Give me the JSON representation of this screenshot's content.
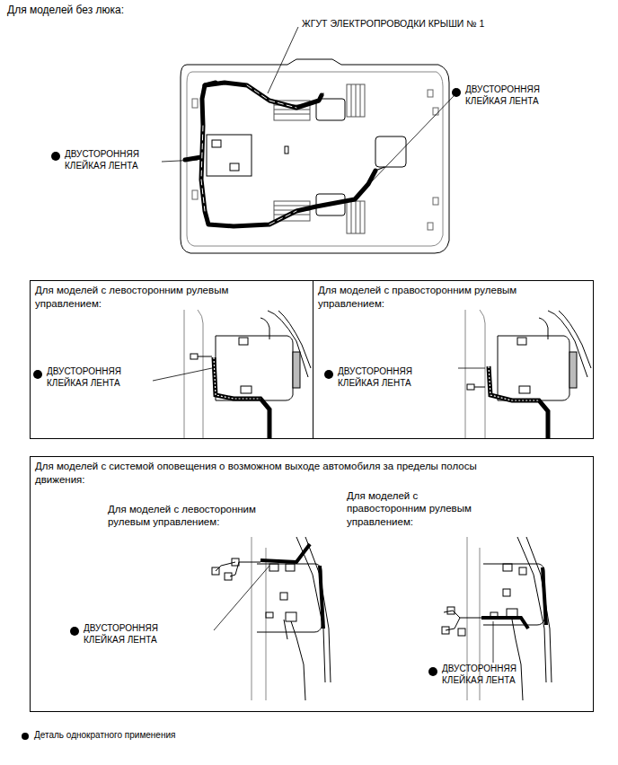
{
  "diagram": {
    "nodes": [
      {
        "text": [
          "Для моделей с левосторонним рулевым управлением:"
        ]
      },
      {
        "text": [
          "Для моделей с правосторонним рулевым управлением:"
        ]
      },
      {
        "text": [
          "Для моделей с системой оповещения о возможном выходе автомобиля за пределы полосы движения:"
        ]
      }
    ],
    "labels": [
      "Для моделей без люка:",
      "ЖГУТ ЭЛЕКТРОПРОВОДКИ КРЫШИ № 1",
      "ДВУСТОРОННЯЯ КЛЕЙКАЯ ЛЕНТА",
      "ДВУСТОРОННЯЯ КЛЕЙКАЯ ЛЕНТА",
      "ДВУСТОРОННЯЯ КЛЕЙКАЯ ЛЕНТА",
      "ДВУСТОРОННЯЯ КЛЕЙКАЯ ЛЕНТА",
      "Для моделей с левосторонним рулевым управлением:",
      "Для моделей с правосторонним рулевым управлением:",
      "ДВУСТОРОННЯЯ КЛЕЙКАЯ ЛЕНТА",
      "ДВУСТОРОННЯЯ КЛЕЙКАЯ ЛЕНТА"
    ],
    "legend": [
      {
        "text": "Деталь однократного применения"
      }
    ]
  }
}
